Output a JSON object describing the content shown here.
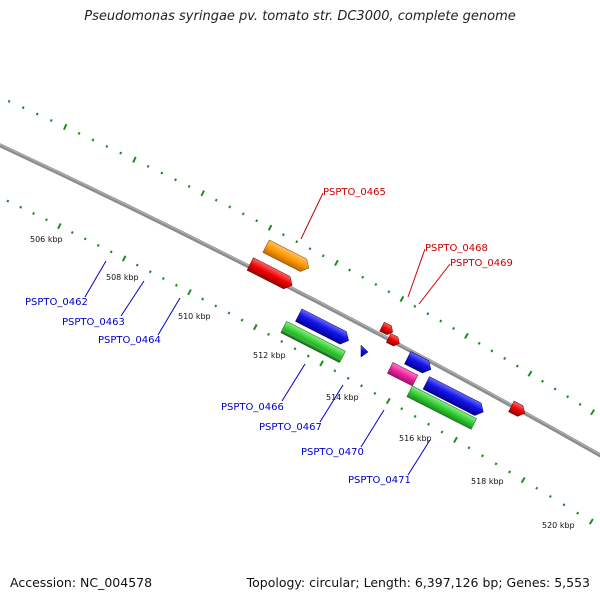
{
  "title": "Pseudomonas syringae pv. tomato str. DC3000, complete genome",
  "footer": {
    "accession": "Accession: NC_004578",
    "summary": "Topology: circular; Length: 6,397,126 bp; Genes: 5,553"
  },
  "colors": {
    "backbone": "#8c8c8c",
    "tick": "#1e8c1e",
    "gene_forward": "#1414e6",
    "gene_cds": "#4682b4",
    "gene_orange": "#ff9900",
    "gene_red": "#ee0000",
    "gene_green": "#33cc33",
    "gene_magenta": "#ee2299",
    "label_blue": "#0000cc",
    "label_red": "#cc0000"
  },
  "ticks": [
    {
      "label": "506 kbp"
    },
    {
      "label": "508 kbp"
    },
    {
      "label": "510 kbp"
    },
    {
      "label": "512 kbp"
    },
    {
      "label": "514 kbp"
    },
    {
      "label": "516 kbp"
    },
    {
      "label": "518 kbp"
    },
    {
      "label": "520 kbp"
    }
  ],
  "gene_labels": [
    {
      "text": "PSPTO_0462",
      "color": "blue"
    },
    {
      "text": "PSPTO_0463",
      "color": "blue"
    },
    {
      "text": "PSPTO_0464",
      "color": "blue"
    },
    {
      "text": "PSPTO_0465",
      "color": "red"
    },
    {
      "text": "PSPTO_0466",
      "color": "blue"
    },
    {
      "text": "PSPTO_0467",
      "color": "blue"
    },
    {
      "text": "PSPTO_0468",
      "color": "red"
    },
    {
      "text": "PSPTO_0469",
      "color": "red"
    },
    {
      "text": "PSPTO_0470",
      "color": "blue"
    },
    {
      "text": "PSPTO_0471",
      "color": "blue"
    }
  ]
}
